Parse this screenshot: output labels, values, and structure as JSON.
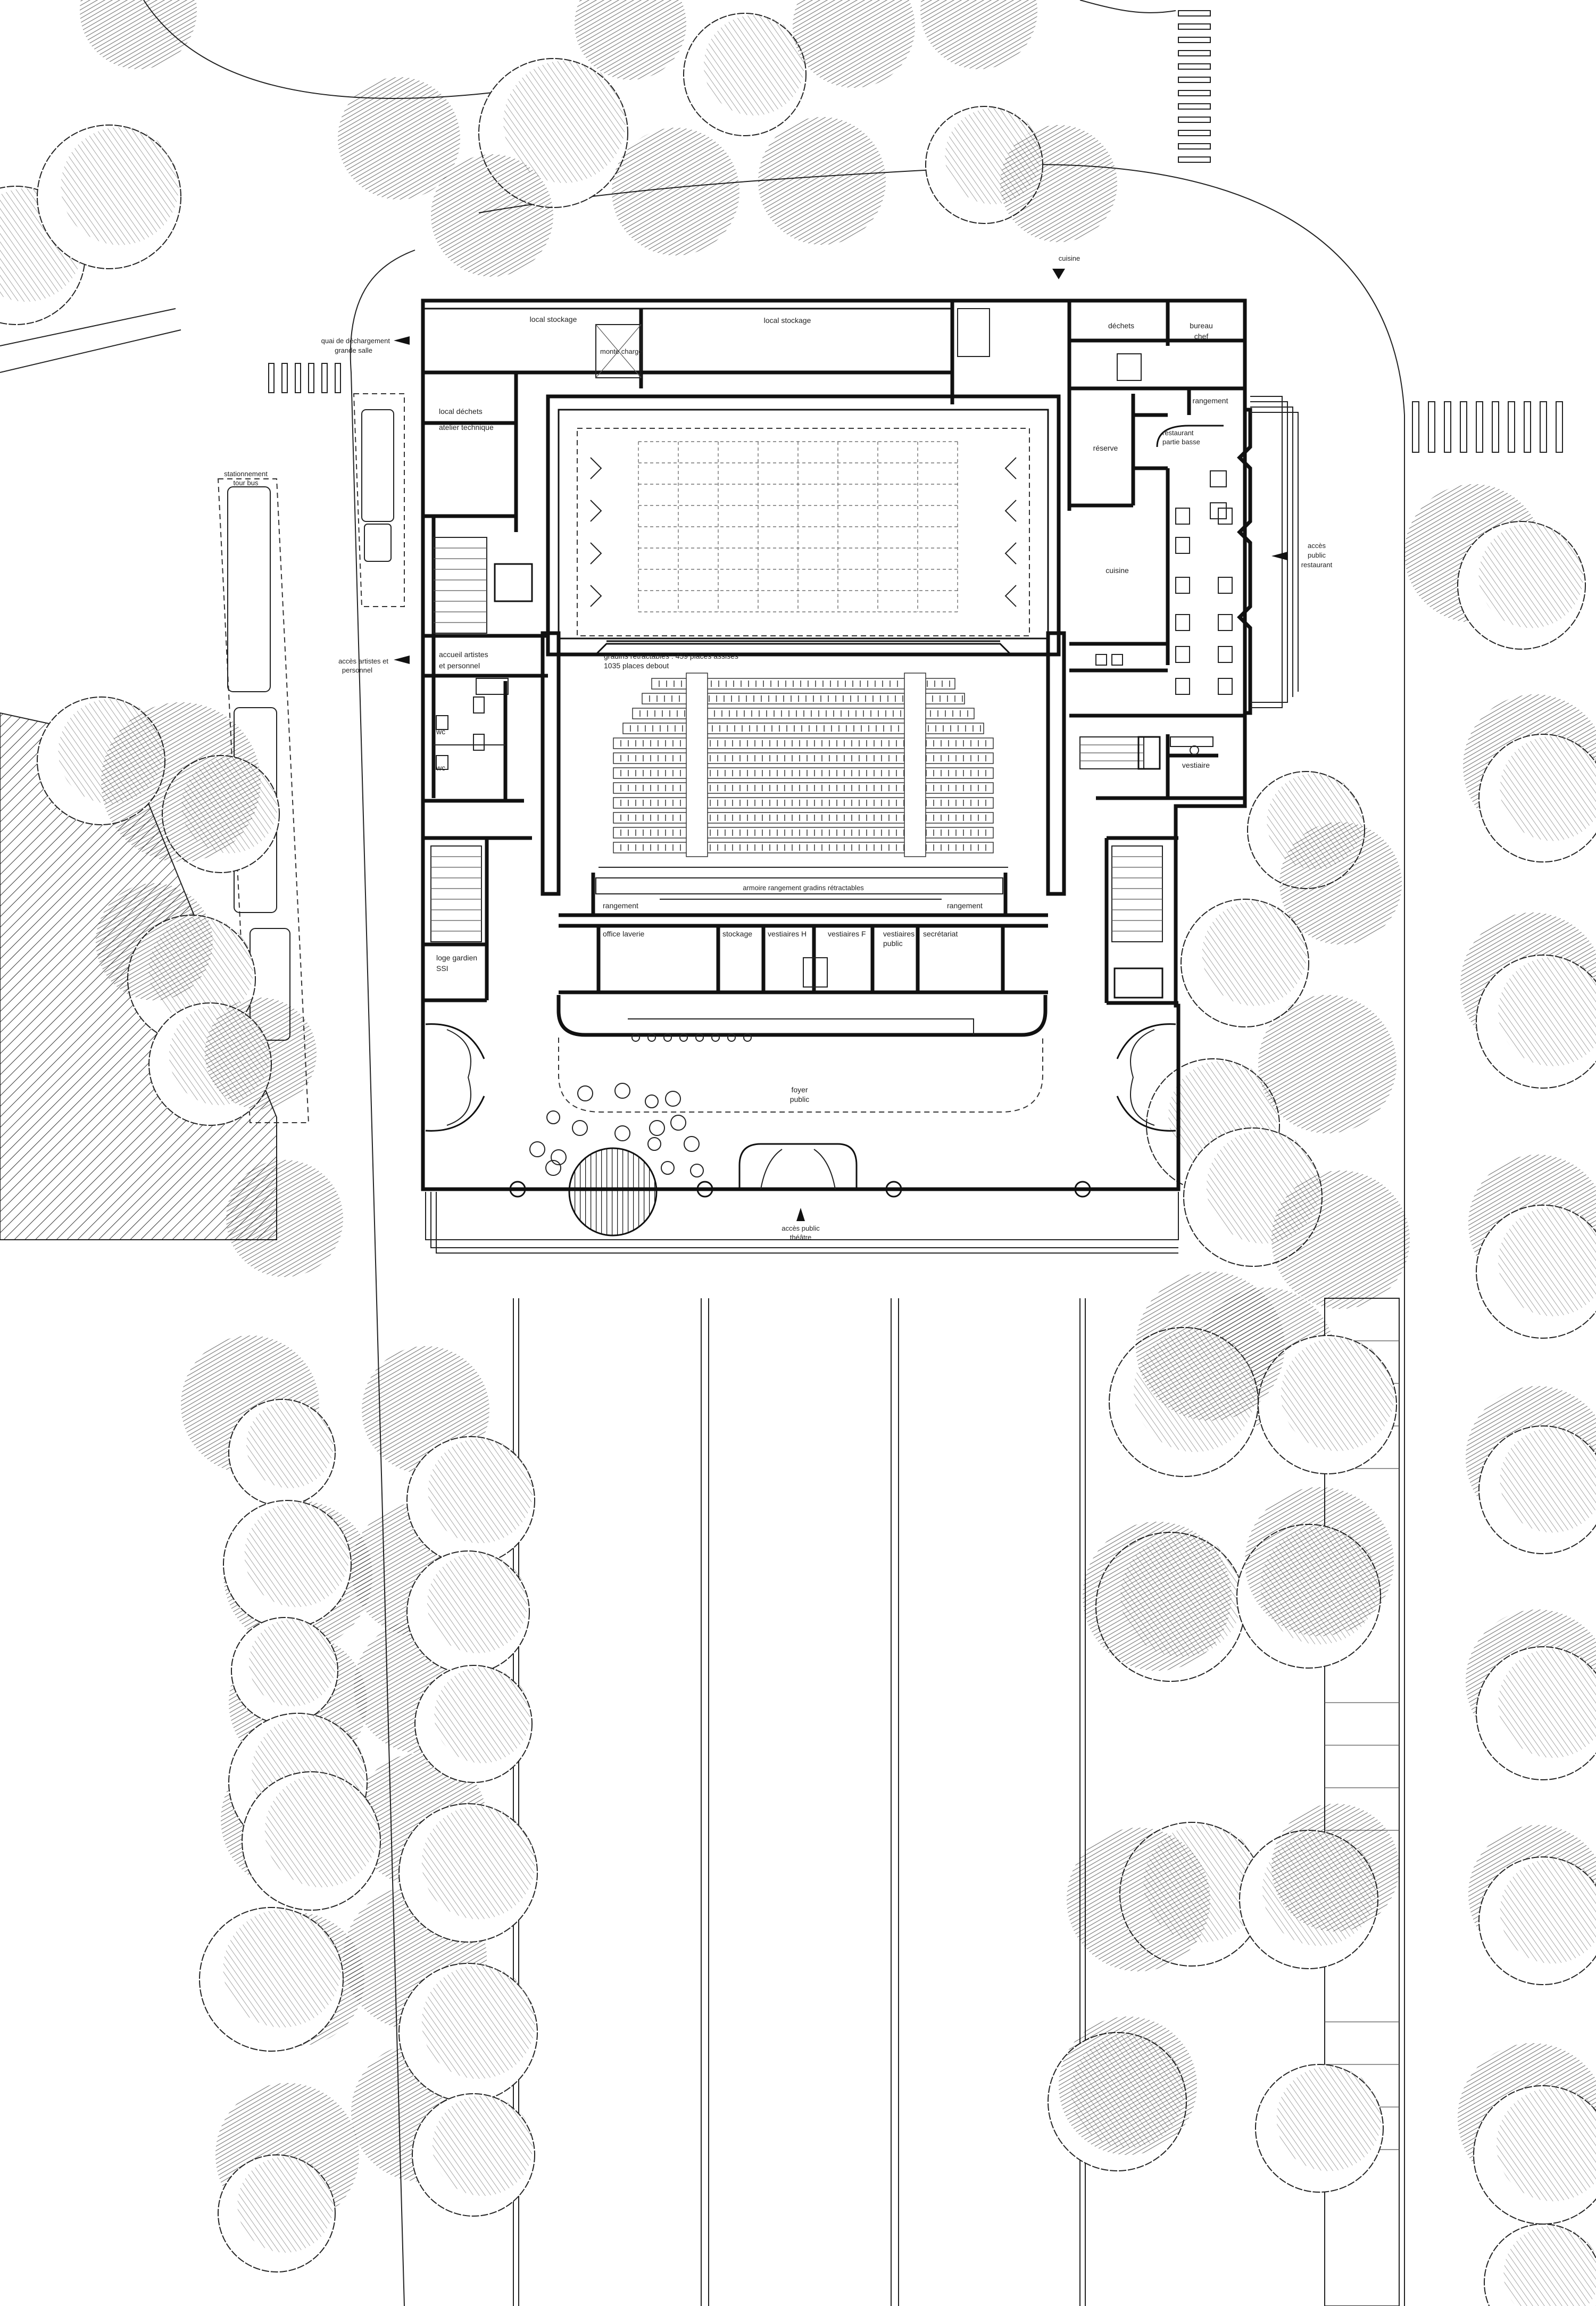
{
  "plan": {
    "rooms": {
      "local_stockage_1": "local stockage",
      "local_stockage_2": "local stockage",
      "monte_charge": "monte charge",
      "local_dechets": "local déchets",
      "atelier_technique": "atelier technique",
      "accueil_artistes": "accueil artistes",
      "accueil_artistes_2": "et personnel",
      "wc_1": "wc",
      "wc_2": "wc",
      "dechets": "déchets",
      "bureau_chef_1": "bureau",
      "bureau_chef_2": "chef",
      "rangement_top": "rangement",
      "restaurant_1": "restaurant",
      "restaurant_2": "partie basse",
      "reserve": "réserve",
      "cuisine": "cuisine",
      "vestiaire": "vestiaire",
      "gradins_1": "gradins rétractables : 459 places assises",
      "gradins_2": "1035 places debout",
      "armoire": "armoire rangement gradins rétractables",
      "rangement_left": "rangement",
      "rangement_right": "rangement",
      "office_laverie": "office laverie",
      "stockage": "stockage",
      "vestiaires_h": "vestiaires H",
      "vestiaires_f": "vestiaires F",
      "vestiaires_public_1": "vestiaires",
      "vestiaires_public_2": "public",
      "secretariat": "secrétariat",
      "loge_gardien_1": "loge gardien",
      "loge_gardien_2": "SSI",
      "foyer_1": "foyer",
      "foyer_2": "public"
    },
    "exterior": {
      "quai_1": "quai de déchargement",
      "quai_2": "grande salle",
      "bus_1": "stationnement",
      "bus_2": "tour bus",
      "artistes_1": "accès artistes et",
      "artistes_2": "personnel",
      "cuisine_acces": "cuisine",
      "restaurant_acces_1": "accès",
      "restaurant_acces_2": "public",
      "restaurant_acces_3": "restaurant",
      "theatre_acces_1": "accès public",
      "theatre_acces_2": "théâtre"
    }
  }
}
